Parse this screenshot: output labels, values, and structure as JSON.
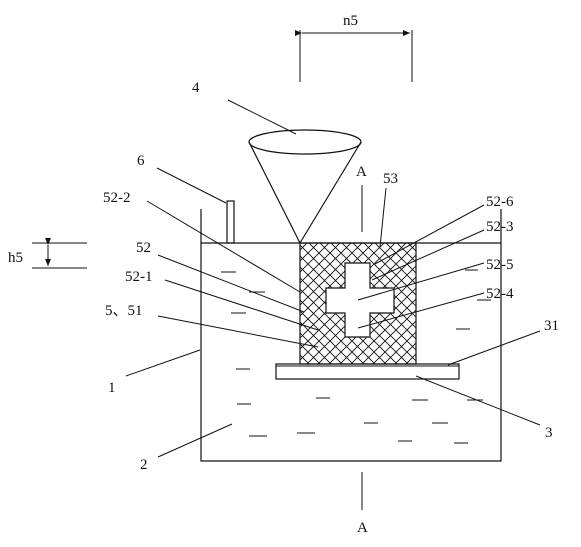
{
  "labels": {
    "n5": "n5",
    "l4": "4",
    "l6": "6",
    "A_top": "A",
    "l53": "53",
    "l52_2": "52-2",
    "l52_6": "52-6",
    "l52_3": "52-3",
    "h5": "h5",
    "l52": "52",
    "l52_5": "52-5",
    "l52_1": "52-1",
    "l52_4": "52-4",
    "l5_51": "5、51",
    "l31": "31",
    "l1": "1",
    "l3": "3",
    "l2": "2",
    "A_bottom": "A"
  },
  "colors": {
    "line": "#111111",
    "background": "#ffffff"
  }
}
